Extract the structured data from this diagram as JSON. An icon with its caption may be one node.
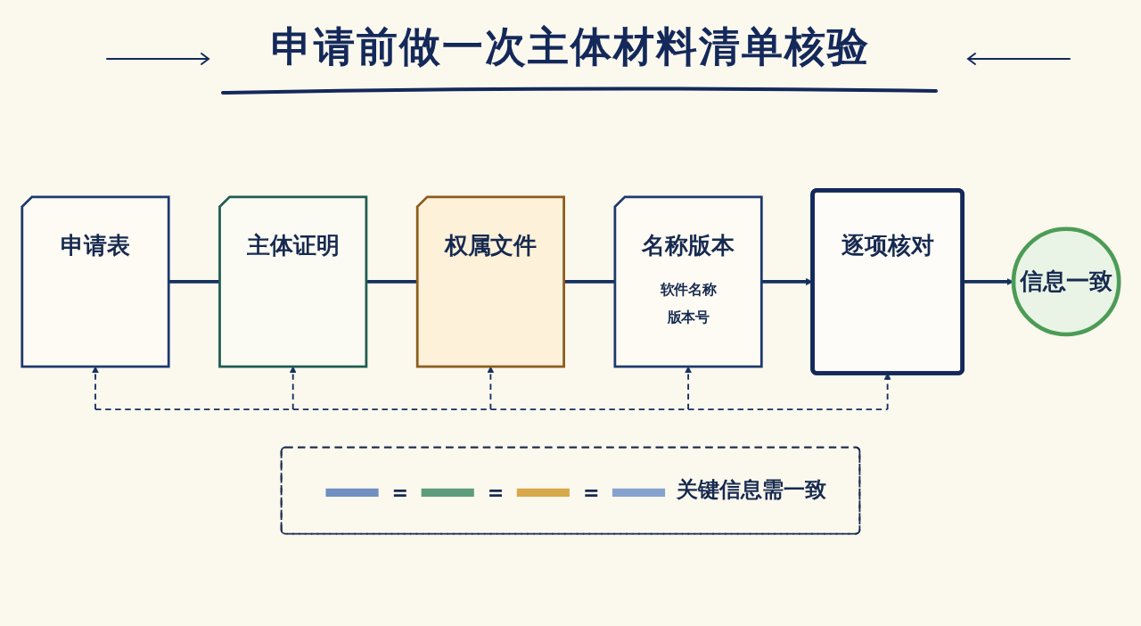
{
  "diagram": {
    "title": "申请前做一次主体材料清单核验",
    "nodes": [
      {
        "text": [
          "申请表"
        ]
      },
      {
        "text": [
          "主体证明"
        ]
      },
      {
        "text": [
          "权属文件"
        ]
      },
      {
        "text": [
          "名称版本",
          "软件名称",
          "版本号"
        ]
      },
      {
        "text": [
          "逐项核对"
        ]
      },
      {
        "text": [
          "信息一致"
        ]
      },
      {
        "text": [
          "=",
          "=",
          "=",
          "关键信息需一致"
        ]
      }
    ],
    "edges": [
      {
        "from": 0,
        "to": 1,
        "arrow": "none"
      },
      {
        "from": 1,
        "to": 2,
        "arrow": "none"
      },
      {
        "from": 2,
        "to": 3,
        "arrow": "none"
      },
      {
        "from": 3,
        "to": 4,
        "arrow": "to"
      },
      {
        "from": 4,
        "to": 5,
        "arrow": "to"
      },
      {
        "from": null,
        "to": 0,
        "arrow": "to",
        "style": "dashed"
      },
      {
        "from": null,
        "to": 1,
        "arrow": "to",
        "style": "dashed"
      },
      {
        "from": null,
        "to": 2,
        "arrow": "to",
        "style": "dashed"
      },
      {
        "from": null,
        "to": 3,
        "arrow": "to",
        "style": "dashed"
      },
      {
        "from": null,
        "to": 4,
        "arrow": "to",
        "style": "dashed"
      }
    ]
  }
}
